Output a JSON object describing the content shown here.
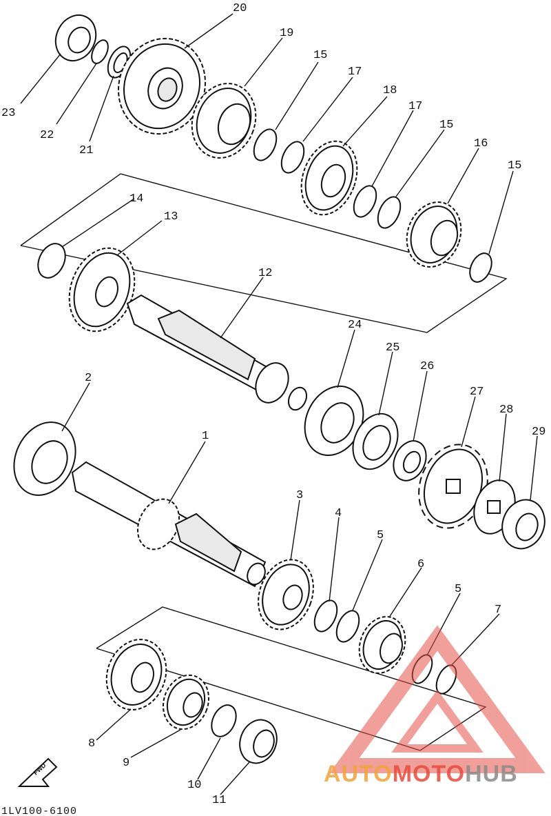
{
  "callouts": [
    {
      "n": "1",
      "label": "1"
    },
    {
      "n": "2",
      "label": "2"
    },
    {
      "n": "3",
      "label": "3"
    },
    {
      "n": "4",
      "label": "4"
    },
    {
      "n": "5a",
      "label": "5"
    },
    {
      "n": "5b",
      "label": "5"
    },
    {
      "n": "6",
      "label": "6"
    },
    {
      "n": "7",
      "label": "7"
    },
    {
      "n": "8",
      "label": "8"
    },
    {
      "n": "9",
      "label": "9"
    },
    {
      "n": "10",
      "label": "10"
    },
    {
      "n": "11",
      "label": "11"
    },
    {
      "n": "12",
      "label": "12"
    },
    {
      "n": "13",
      "label": "13"
    },
    {
      "n": "14",
      "label": "14"
    },
    {
      "n": "15a",
      "label": "15"
    },
    {
      "n": "15b",
      "label": "15"
    },
    {
      "n": "15c",
      "label": "15"
    },
    {
      "n": "16",
      "label": "16"
    },
    {
      "n": "17a",
      "label": "17"
    },
    {
      "n": "17b",
      "label": "17"
    },
    {
      "n": "18",
      "label": "18"
    },
    {
      "n": "19",
      "label": "19"
    },
    {
      "n": "20",
      "label": "20"
    },
    {
      "n": "21",
      "label": "21"
    },
    {
      "n": "22",
      "label": "22"
    },
    {
      "n": "23",
      "label": "23"
    },
    {
      "n": "24",
      "label": "24"
    },
    {
      "n": "25",
      "label": "25"
    },
    {
      "n": "26",
      "label": "26"
    },
    {
      "n": "27",
      "label": "27"
    },
    {
      "n": "28",
      "label": "28"
    },
    {
      "n": "29",
      "label": "29"
    }
  ],
  "diagram_code": "1LV100-6100",
  "fwd_label": "FWD",
  "watermark": {
    "part1": "AUTO",
    "part2": "MOTO",
    "part3": "HUB",
    "color1": "#f2a23a",
    "color2": "#e74c3c",
    "color3": "#8a8a8a"
  },
  "colors": {
    "line": "#111111",
    "watermark_triangle": "#e6524a"
  }
}
